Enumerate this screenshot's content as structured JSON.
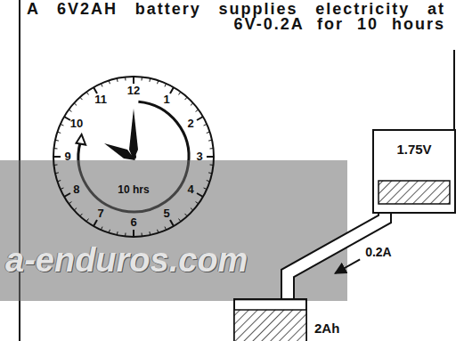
{
  "diagram": {
    "title": "A 6V2AH battery supplies electricity at 6V-0.2A for 10 hours",
    "nodes": [
      {
        "text": [
          "10 hrs"
        ]
      },
      {
        "text": [
          "1.75V"
        ]
      },
      {
        "text": [
          "2Ah"
        ]
      }
    ],
    "edges": [
      {
        "from": 1,
        "to": 2,
        "arrow": "to",
        "label": "0.2A"
      }
    ],
    "labels": [
      "12",
      "1",
      "2",
      "3",
      "4",
      "5",
      "6",
      "7",
      "8",
      "9",
      "10",
      "11",
      "a-enduros.com"
    ]
  }
}
